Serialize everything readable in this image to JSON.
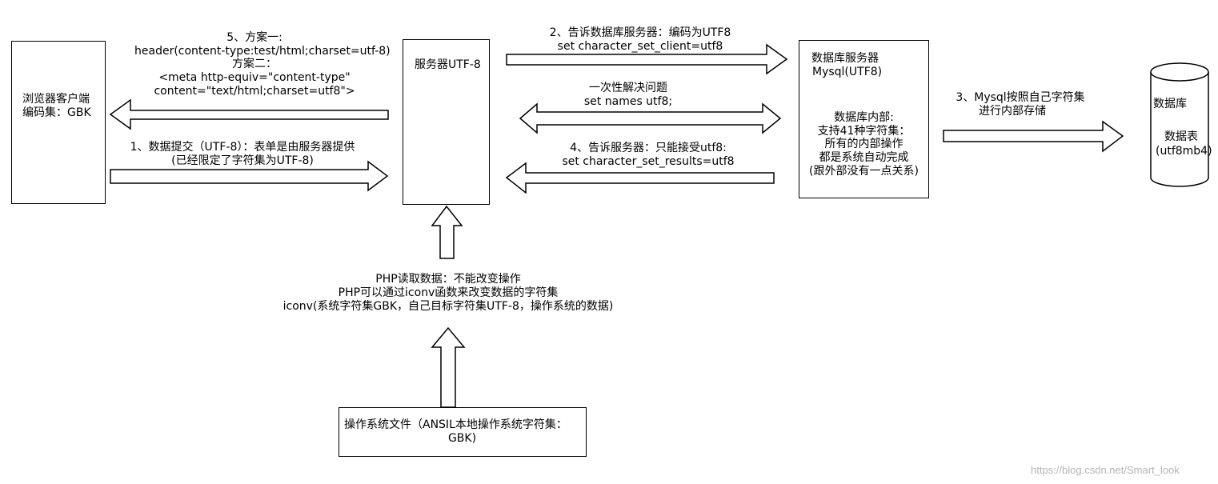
{
  "nodes": {
    "browser": {
      "line1": "浏览器客户端",
      "line2": "编码集：GBK"
    },
    "server": {
      "label": "服务器UTF-8"
    },
    "db_server": {
      "line1": "数据库服务器",
      "line2": "Mysql(UTF8)",
      "line3": "数据库内部:",
      "line4": "支持41种字符集：",
      "line5": "所有的内部操作",
      "line6": "都是系统自动完成",
      "line7": "(跟外部没有一点关系)"
    },
    "database": {
      "line1": "数据库",
      "line2": "数据表",
      "line3": "(utf8mb4)"
    },
    "os_file": {
      "line1": "操作系统文件（ANSIL本地操作系统字符集：",
      "line2": "GBK)"
    }
  },
  "annotations": {
    "scheme": {
      "line1": "5、方案一:",
      "line2": "header(content-type:test/html;charset=utf-8)",
      "line3": "方案二：",
      "line4": "<meta http-equiv=\"content-type\"",
      "line5": "content=\"text/html;charset=utf8\">"
    },
    "submit": {
      "line1": "1、数据提交（UTF-8）：表单是由服务器提供",
      "line2": "(已经限定了字符集为UTF-8)"
    },
    "tell_db": {
      "line1": "2、告诉数据库服务器：编码为UTF8",
      "line2": "set character_set_client=utf8"
    },
    "once": {
      "line1": "一次性解决问题",
      "line2": "set names utf8;"
    },
    "tell_server": {
      "line1": "4、告诉服务器：只能接受utf8:",
      "line2": "set character_set_results=utf8"
    },
    "mysql_store": {
      "line1": "3、Mysql按照自己字符集",
      "line2": "进行内部存储"
    },
    "php": {
      "line1": "PHP读取数据：不能改变操作",
      "line2": "PHP可以通过iconv函数来改变数据的字符集",
      "line3": "iconv(系统字符集GBK，自己目标字符集UTF-8，操作系统的数据)"
    }
  },
  "watermark": "https://blog.csdn.net/Smart_look"
}
